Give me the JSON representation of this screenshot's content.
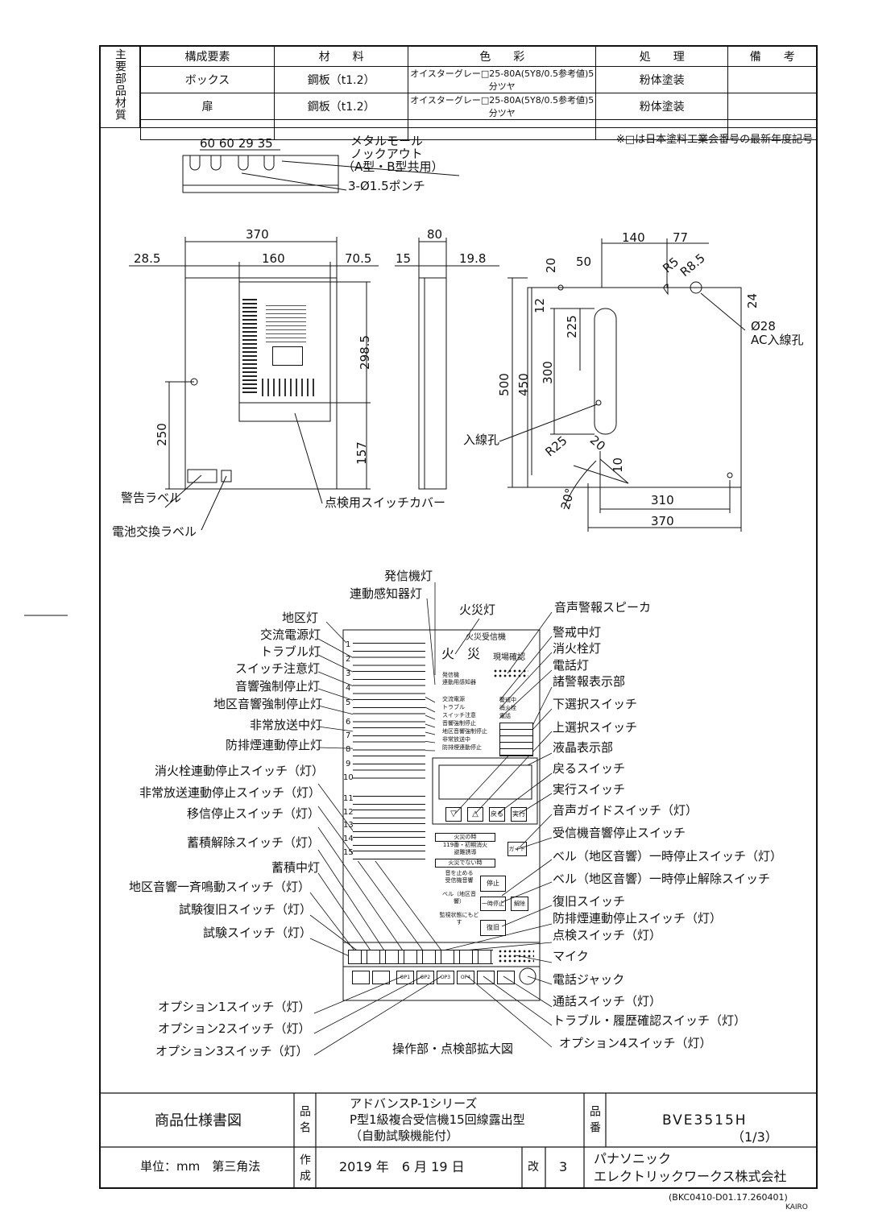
{
  "materials": {
    "side_label": "主要部品材質",
    "headers": [
      "構成要素",
      "材　　料",
      "色　　彩",
      "処　　理",
      "備　　考"
    ],
    "rows": [
      [
        "ボックス",
        "鋼板（t1.2）",
        "オイスターグレー□25-80A(5Y8/0.5参考値)5分ツヤ",
        "粉体塗装",
        ""
      ],
      [
        "扉",
        "鋼板（t1.2）",
        "オイスターグレー□25-80A(5Y8/0.5参考値)5分ツヤ",
        "粉体塗装",
        ""
      ],
      [
        "",
        "",
        "",
        "",
        ""
      ]
    ],
    "note": "※□は日本塗料工業会番号の最新年度記号"
  },
  "knockout": {
    "dims": "60 60 29  35",
    "title1": "メタルモール",
    "title2": "ノックアウト",
    "title3": "（A型・B型共用）",
    "punch": "3-Ø1.5ポンチ"
  },
  "front": {
    "d370": "370",
    "d28_5": "28.5",
    "d160": "160",
    "d70_5": "70.5",
    "d298_5": "298.5",
    "d250": "250",
    "d157": "157",
    "warning_label": "警告ラベル",
    "battery_label": "電池交換ラベル",
    "switch_cover": "点検用スイッチカバー"
  },
  "side": {
    "d80": "80",
    "d15": "15",
    "d19_8": "19.8"
  },
  "back": {
    "d140": "140",
    "d77": "77",
    "d20": "20",
    "d50": "50",
    "r5": "R5",
    "r8_5": "R8.5",
    "d12": "12",
    "d24": "24",
    "d225": "225",
    "d300": "300",
    "d500": "500",
    "d450": "450",
    "ac_hole1": "Ø28",
    "ac_hole2": "AC入線孔",
    "inlet": "入線孔",
    "r25": "R25",
    "d20b": "20",
    "d10": "10",
    "deg20": "20°",
    "d310": "310",
    "d370": "370"
  },
  "panel": {
    "title": "火災受信機",
    "fire": "火　災",
    "confirm": "現場確認",
    "callouts_top": [
      "発信機灯",
      "連動感知器灯",
      "火災灯",
      "音声警報スピーカ"
    ],
    "callouts_left": [
      "地区灯",
      "交流電源灯",
      "トラブル灯",
      "スイッチ注意灯",
      "音響強制停止灯",
      "地区音響強制停止灯",
      "非常放送中灯",
      "防排煙連動停止灯",
      "消火栓連動停止スイッチ（灯）",
      "非常放送連動停止スイッチ（灯）",
      "移信停止スイッチ（灯）",
      "蓄積解除スイッチ（灯）",
      "蓄積中灯",
      "地区音響一斉鳴動スイッチ（灯）",
      "試験復旧スイッチ（灯）",
      "試験スイッチ（灯）"
    ],
    "callouts_right": [
      "警戒中灯",
      "消火栓灯",
      "電話灯",
      "諸警報表示部",
      "下選択スイッチ",
      "上選択スイッチ",
      "液晶表示部",
      "戻るスイッチ",
      "実行スイッチ",
      "音声ガイドスイッチ（灯）",
      "受信機音響停止スイッチ",
      "ベル（地区音響）一時停止スイッチ（灯）",
      "ベル（地区音響）一時停止解除スイッチ",
      "復旧スイッチ",
      "防排煙連動停止スイッチ（灯）",
      "点検スイッチ（灯）",
      "マイク",
      "電話ジャック",
      "通話スイッチ（灯）",
      "トラブル・履歴確認スイッチ（灯）",
      "オプション4スイッチ（灯）"
    ],
    "callouts_bottom_left": [
      "オプション1スイッチ（灯）",
      "オプション2スイッチ（灯）",
      "オプション3スイッチ（灯）"
    ],
    "enlarge": "操作部・点検部拡大図",
    "lamp_labels": [
      "交流電源",
      "トラブル",
      "スイッチ注意",
      "音響強制停止",
      "地区音響強制停止",
      "非常放送中",
      "防排煙連動停止"
    ],
    "lamp_top": [
      "発信機",
      "連動用感知器"
    ],
    "right_lamps": [
      "警戒中",
      "消火栓",
      "電話"
    ],
    "zone_numbers": [
      "1",
      "2",
      "3",
      "4",
      "5",
      "6",
      "7",
      "8",
      "9",
      "10",
      "11",
      "12",
      "13",
      "14",
      "15"
    ],
    "btn_down": "▽",
    "btn_up": "△",
    "btn_back": "戻る",
    "btn_exec": "実行",
    "guide": "ガイド",
    "fire_when": "火災の時",
    "call119": "119番・初期消火",
    "evac": "避難誘導",
    "no_fire": "火災でない時",
    "stop_sound": "音を止める",
    "recv_sound": "受信機音響",
    "stop": "停止",
    "bell": "ベル（地区音響）",
    "pause": "一時停止",
    "release": "解除",
    "monitor": "監視状態にもどす",
    "reset": "復旧",
    "op_labels": [
      "OP1",
      "OP2",
      "OP3",
      "OP4"
    ]
  },
  "titleblock": {
    "doc_type": "商品仕様書図",
    "name_label": "品名",
    "name1": "アドバンスP-1シリーズ",
    "name2": "P型1級複合受信機15回線露出型",
    "name3": "（自動試験機能付）",
    "num_label": "品番",
    "part_no": "BVE3515H",
    "sheet": "（1/3）",
    "unit": "単位：mm　第三角法",
    "made_label": "作成",
    "date": "2019 年　6 月 19 日",
    "rev_label": "改",
    "rev": "3",
    "company1": "パナソニック",
    "company2": "エレクトリックワークス株式会社",
    "code": "(BKC0410-D01.17.260401)",
    "kairo": "KAIRO"
  }
}
